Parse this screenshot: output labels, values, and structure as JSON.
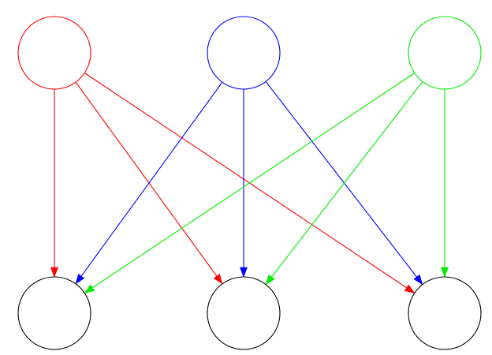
{
  "diagram": {
    "source_nodes": [
      {
        "id": "s-red",
        "color": "#ff0000"
      },
      {
        "id": "s-blue",
        "color": "#0000ff"
      },
      {
        "id": "s-green",
        "color": "#00ee00"
      }
    ],
    "target_nodes": [
      {
        "id": "t-left",
        "color": "#000000"
      },
      {
        "id": "t-middle",
        "color": "#000000"
      },
      {
        "id": "t-right",
        "color": "#000000"
      }
    ],
    "edges": [
      {
        "from": "s-red",
        "to": "t-left",
        "color": "#ff0000"
      },
      {
        "from": "s-red",
        "to": "t-middle",
        "color": "#ff0000"
      },
      {
        "from": "s-red",
        "to": "t-right",
        "color": "#ff0000"
      },
      {
        "from": "s-blue",
        "to": "t-left",
        "color": "#0000ff"
      },
      {
        "from": "s-blue",
        "to": "t-middle",
        "color": "#0000ff"
      },
      {
        "from": "s-blue",
        "to": "t-right",
        "color": "#0000ff"
      },
      {
        "from": "s-green",
        "to": "t-left",
        "color": "#00ee00"
      },
      {
        "from": "s-green",
        "to": "t-middle",
        "color": "#00ee00"
      },
      {
        "from": "s-green",
        "to": "t-right",
        "color": "#00ee00"
      }
    ]
  }
}
